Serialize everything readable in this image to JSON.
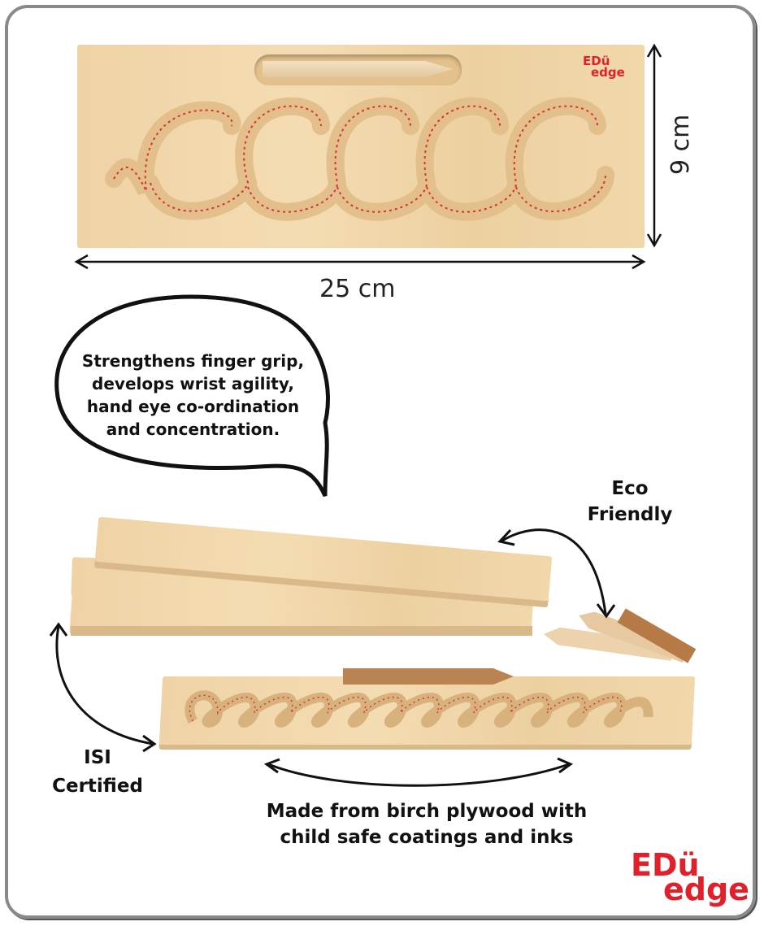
{
  "dimensions": {
    "height": "9 cm",
    "width": "25 cm"
  },
  "logo": {
    "line1": "EDü",
    "line2": "edge"
  },
  "bubble": "Strengthens finger grip, develops wrist agility, hand eye co-ordination and concentration.",
  "labels": {
    "eco": "Eco Friendly",
    "isi": "ISI Certified",
    "material": "Made from birch plywood with child safe coatings and inks"
  },
  "colors": {
    "brand": "#e0202a",
    "wood": "#f1d8ab"
  }
}
